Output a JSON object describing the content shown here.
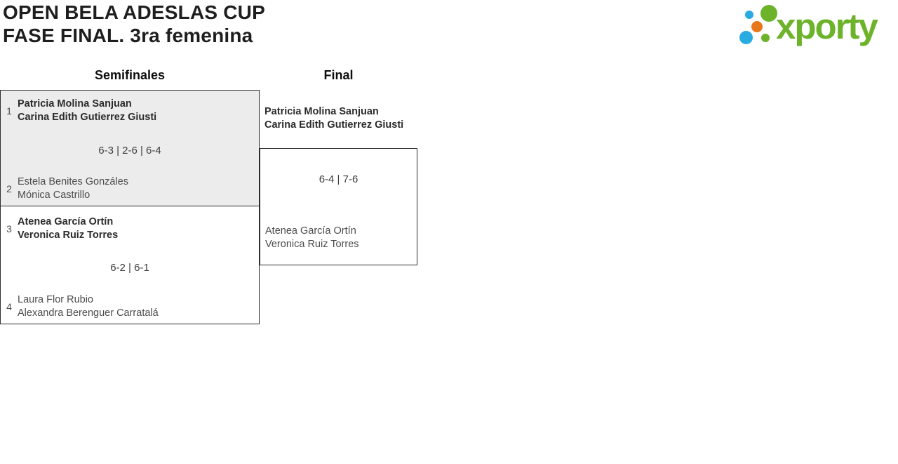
{
  "page": {
    "title_line1": "OPEN BELA ADESLAS CUP",
    "title_line2": "FASE FINAL. 3ra femenina"
  },
  "logo": {
    "text": "xporty",
    "colors": {
      "green": "#6db32a",
      "blue": "#29abe2",
      "orange": "#e8761b"
    }
  },
  "bracket": {
    "highlight_bg": "#ececec",
    "border_color": "#2d2d2d",
    "round_headers": [
      {
        "label": "Semifinales"
      },
      {
        "label": "Final"
      }
    ],
    "semifinals": [
      {
        "top": {
          "seed": "1",
          "players": [
            "Patricia Molina Sanjuan",
            "Carina Edith Gutierrez Giusti"
          ],
          "winner": true
        },
        "score": "6-3 | 2-6 | 6-4",
        "bottom": {
          "seed": "2",
          "players": [
            "Estela Benites Gonzáles",
            "Mónica Castrillo"
          ],
          "winner": false
        }
      },
      {
        "top": {
          "seed": "3",
          "players": [
            "Atenea García Ortín",
            "Veronica Ruiz Torres"
          ],
          "winner": true
        },
        "score": "6-2 | 6-1",
        "bottom": {
          "seed": "4",
          "players": [
            "Laura Flor Rubio",
            "Alexandra Berenguer Carratalá"
          ],
          "winner": false
        }
      }
    ],
    "final": {
      "top": {
        "players": [
          "Patricia Molina Sanjuan",
          "Carina Edith Gutierrez Giusti"
        ],
        "winner": true
      },
      "score": "6-4 | 7-6",
      "bottom": {
        "players": [
          "Atenea García Ortín",
          "Veronica Ruiz Torres"
        ],
        "winner": false
      }
    }
  }
}
